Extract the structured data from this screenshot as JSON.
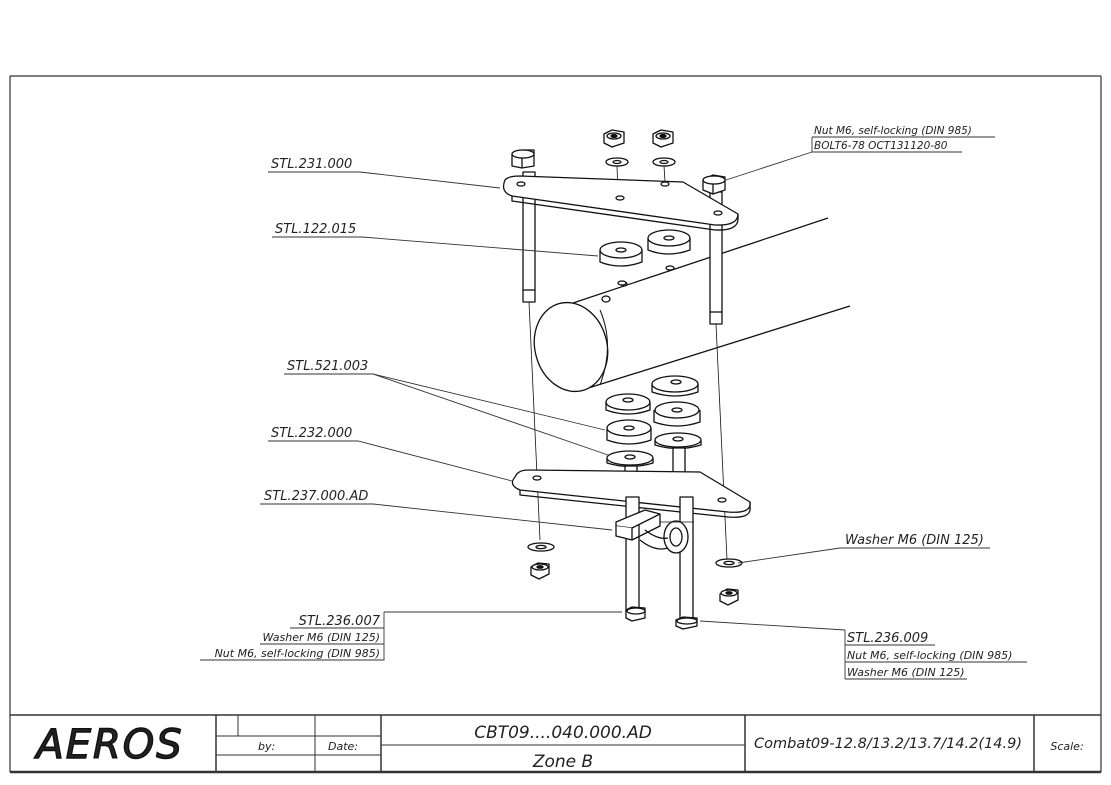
{
  "callouts": {
    "stl_231_000": "STL.231.000",
    "stl_122_015": "STL.122.015",
    "stl_521_003": "STL.521.003",
    "stl_232_000": "STL.232.000",
    "stl_237_000_ad": "STL.237.000.AD",
    "nut_bolt_top_line1": "Nut M6, self-locking (DIN 985)",
    "nut_bolt_top_line2": "BOLT6-78 OCT131120-80",
    "washer_right": "Washer M6 (DIN 125)",
    "left_group": [
      "STL.236.007",
      "Washer M6 (DIN 125)",
      "Nut M6, self-locking (DIN 985)"
    ],
    "right_group": [
      "STL.236.009",
      "Nut M6, self-locking (DIN 985)",
      "Washer M6 (DIN 125)"
    ]
  },
  "title_block": {
    "logo": "AEROS",
    "by_label": "by:",
    "date_label": "Date:",
    "drawing_number": "CBT09....040.000.AD",
    "zone": "Zone B",
    "product": "Combat09-12.8/13.2/13.7/14.2(14.9)",
    "scale_label": "Scale:"
  }
}
